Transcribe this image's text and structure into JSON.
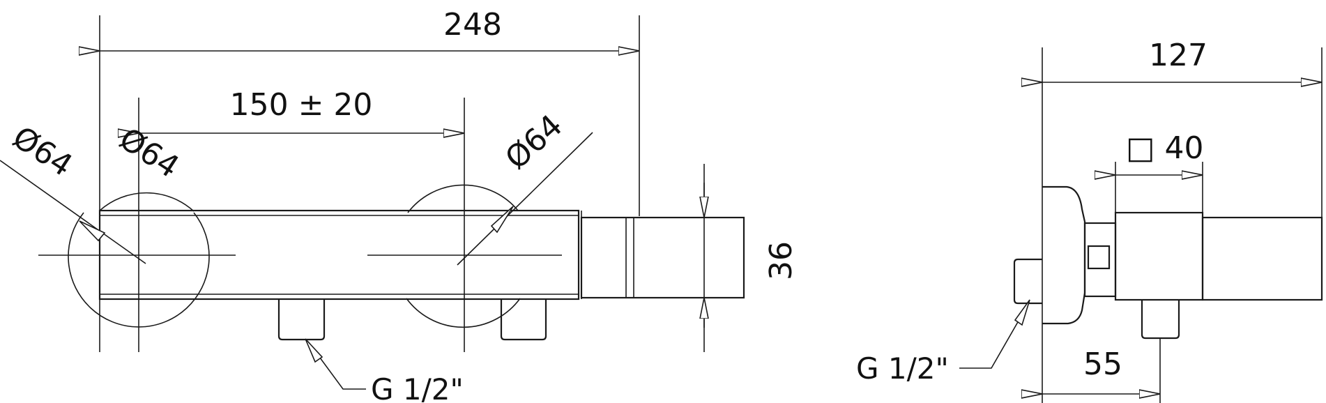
{
  "colors": {
    "line": "#1a1a1a",
    "background": "#ffffff"
  },
  "front_view": {
    "overall_length": "248",
    "centre_distance": "150 ± 20",
    "diameter_left_outer": "Ø64",
    "diameter_left_inner": "Ø64",
    "diameter_right": "Ø64",
    "body_height": "36",
    "thread": "G 1/2\""
  },
  "side_view": {
    "overall_depth": "127",
    "square_size": "□ 40",
    "inlet_offset": "55",
    "thread": "G 1/2\""
  }
}
